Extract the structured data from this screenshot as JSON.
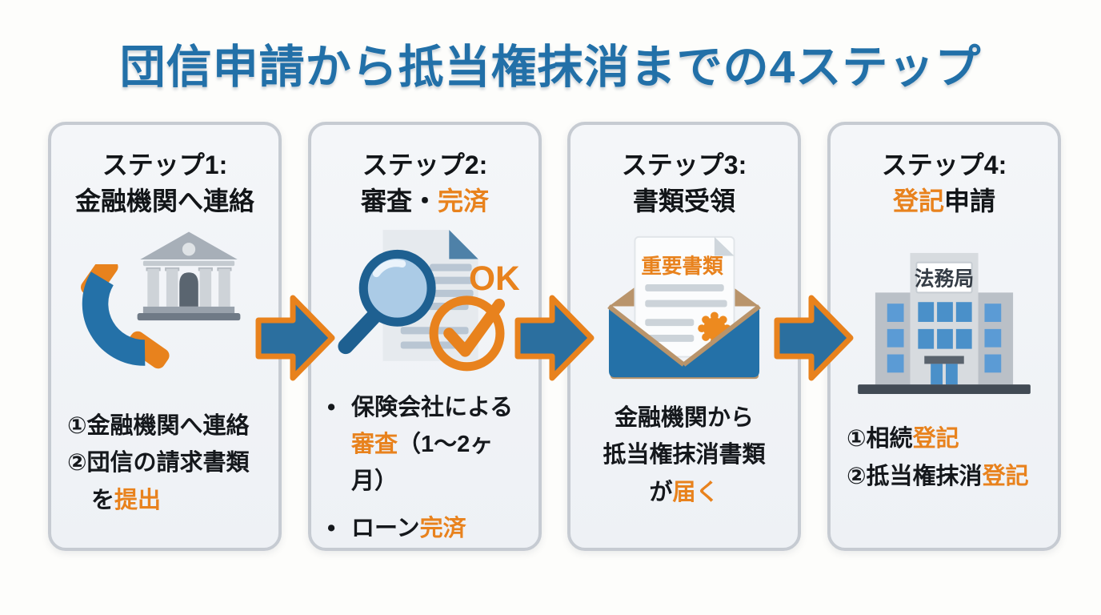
{
  "title": "団信申請から抵当権抹消までの4ステップ",
  "bullet_char": "•",
  "colors": {
    "accent_blue": "#2471a8",
    "accent_orange": "#e8821d",
    "title_blue": "#2270a8"
  },
  "steps": [
    {
      "label": "ステップ1:",
      "heading": {
        "pre": "金融機関へ連絡"
      },
      "icon": "phone-and-bank",
      "lines": [
        {
          "pre": "①金融機関へ連絡"
        },
        {
          "pre": "②団信の請求書類"
        },
        {
          "indent": true,
          "pre": "を",
          "hl": "提出"
        }
      ]
    },
    {
      "label": "ステップ2:",
      "heading": {
        "pre": "審査・",
        "hl": "完済"
      },
      "icon": "document-magnifier-check",
      "icon_text": "OK",
      "bullets": [
        {
          "line1": {
            "pre": "保険会社による"
          },
          "line2": {
            "hl": "審査",
            "post": "（1〜2ヶ月）"
          }
        },
        {
          "line1": {
            "pre": "ローン",
            "hl": "完済"
          }
        }
      ]
    },
    {
      "label": "ステップ3:",
      "heading": {
        "pre": "書類受領"
      },
      "icon": "envelope-with-documents",
      "icon_text": "重要書類",
      "lines": [
        {
          "pre": "金融機関から"
        },
        {
          "pre": "抵当権抹消書類"
        },
        {
          "pre": "が",
          "hl": "届く"
        }
      ]
    },
    {
      "label": "ステップ4:",
      "heading": {
        "hl": "登記",
        "post": "申請"
      },
      "icon": "legal-affairs-bureau-building",
      "icon_text": "法務局",
      "lines": [
        {
          "pre": "①相続",
          "hl": "登記"
        },
        {
          "pre": "②抵当権抹消",
          "hl": "登記"
        }
      ]
    }
  ]
}
